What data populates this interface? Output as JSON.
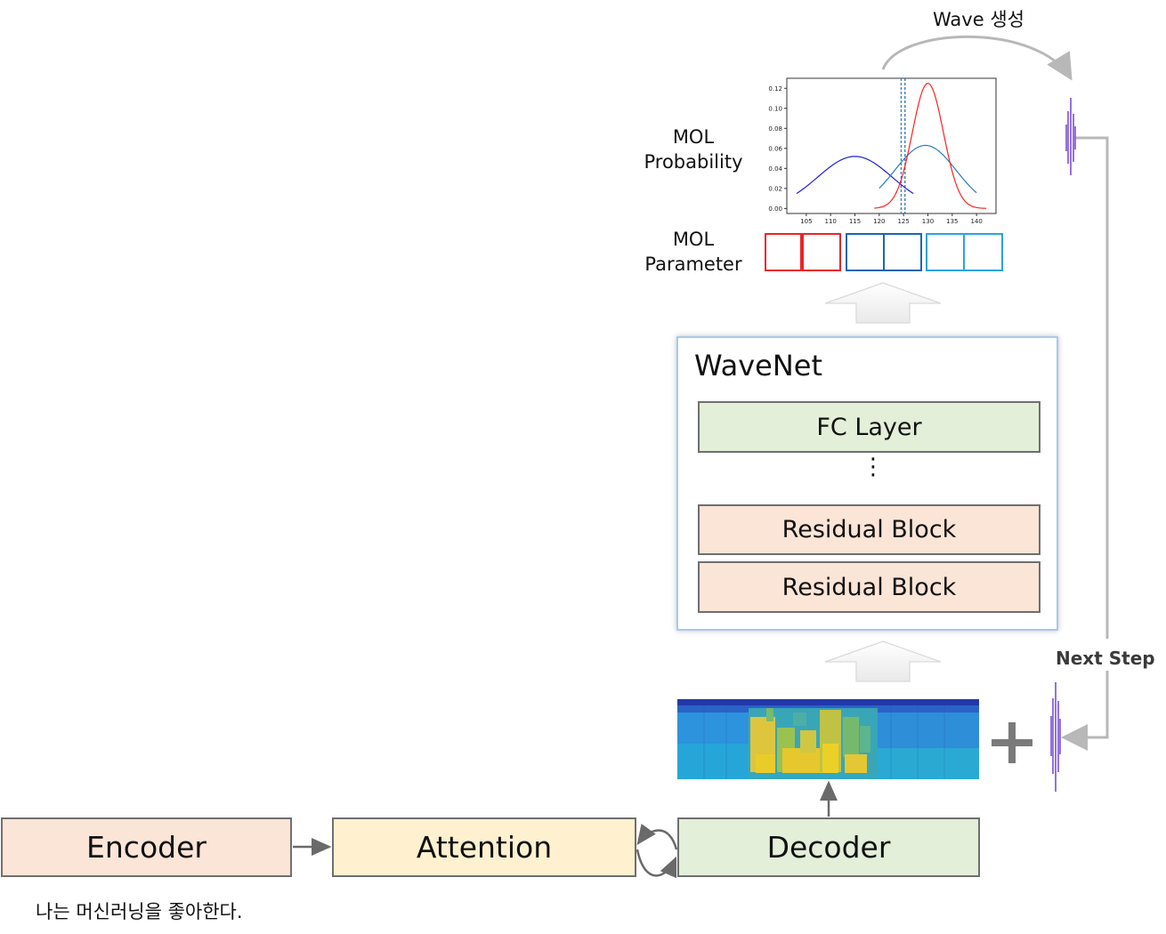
{
  "encoder": {
    "label": "Encoder"
  },
  "attention": {
    "label": "Attention"
  },
  "decoder": {
    "label": "Decoder"
  },
  "sentence": "나는 머신러닝을 좋아한다.",
  "wavenet": {
    "title": "WaveNet",
    "fc_layer": "FC Layer",
    "ellipsis": "⋮",
    "residual_block_1": "Residual Block",
    "residual_block_2": "Residual Block"
  },
  "labels": {
    "mol_probability": "MOL\nProbability",
    "mol_parameter": "MOL\nParameter",
    "wave_generation": "Wave 생성",
    "next_step": "Next Step",
    "plus": "+"
  },
  "colors": {
    "red": "#e8262a",
    "dark_blue": "#1a66b0",
    "light_blue": "#2aa3e0",
    "arrow_gray": "#b8b8b8",
    "wave_purple": "#7b4fd6"
  },
  "chart_data": {
    "type": "line",
    "x_ticks": [
      105,
      110,
      115,
      120,
      125,
      130,
      135,
      140
    ],
    "y_ticks": [
      "0.00",
      "0.02",
      "0.04",
      "0.06",
      "0.08",
      "0.10",
      "0.12"
    ],
    "xlim": [
      101,
      144
    ],
    "ylim": [
      -0.005,
      0.13
    ],
    "vlines": [
      124.5,
      125.3
    ],
    "series": [
      {
        "color": "#1f1fd6",
        "mean": 115,
        "sd": 7.6,
        "weight": 1.0,
        "xrange": [
          103,
          127
        ],
        "peak": 0.052
      },
      {
        "color": "#2a7bbf",
        "mean": 129.5,
        "sd": 6.3,
        "weight": 1.0,
        "xrange": [
          120,
          140
        ],
        "peak": 0.063
      },
      {
        "color": "#ff2020",
        "mean": 130,
        "sd": 3.2,
        "weight": 1.0,
        "xrange": [
          119,
          142
        ],
        "peak": 0.125
      }
    ]
  }
}
